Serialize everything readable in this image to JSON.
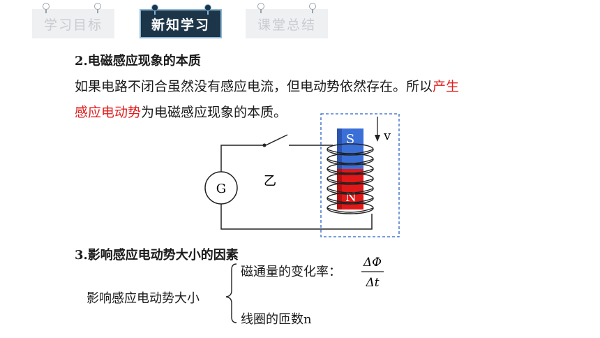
{
  "nav": {
    "tabs": [
      {
        "label": "学习目标",
        "active": false
      },
      {
        "label": "新知学习",
        "active": true
      },
      {
        "label": "课堂总结",
        "active": false
      }
    ]
  },
  "section2": {
    "heading": "2.电磁感应现象的本质",
    "para_line1": "如果电路不闭合虽然没有感应电流，但电动势依然存在。所以",
    "para_line1_red": "产生",
    "para_line2_red": "感应电动势",
    "para_line2": "为电磁感应现象的本质。"
  },
  "diagram": {
    "galvanometer": "G",
    "label_yi": "乙",
    "magnet_top": "S",
    "magnet_bottom": "N",
    "velocity": "v",
    "colors": {
      "s_pole": "#3a6fd8",
      "n_pole": "#e01818",
      "dashed_box": "#2a62c8"
    }
  },
  "section3": {
    "heading": "3.影响感应电动势大小的因素",
    "root": "影响感应电动势大小",
    "branch1": "磁通量的变化率：",
    "frac_num": "ΔΦ",
    "frac_den": "Δt",
    "branch2": "线圈的匝数n"
  }
}
